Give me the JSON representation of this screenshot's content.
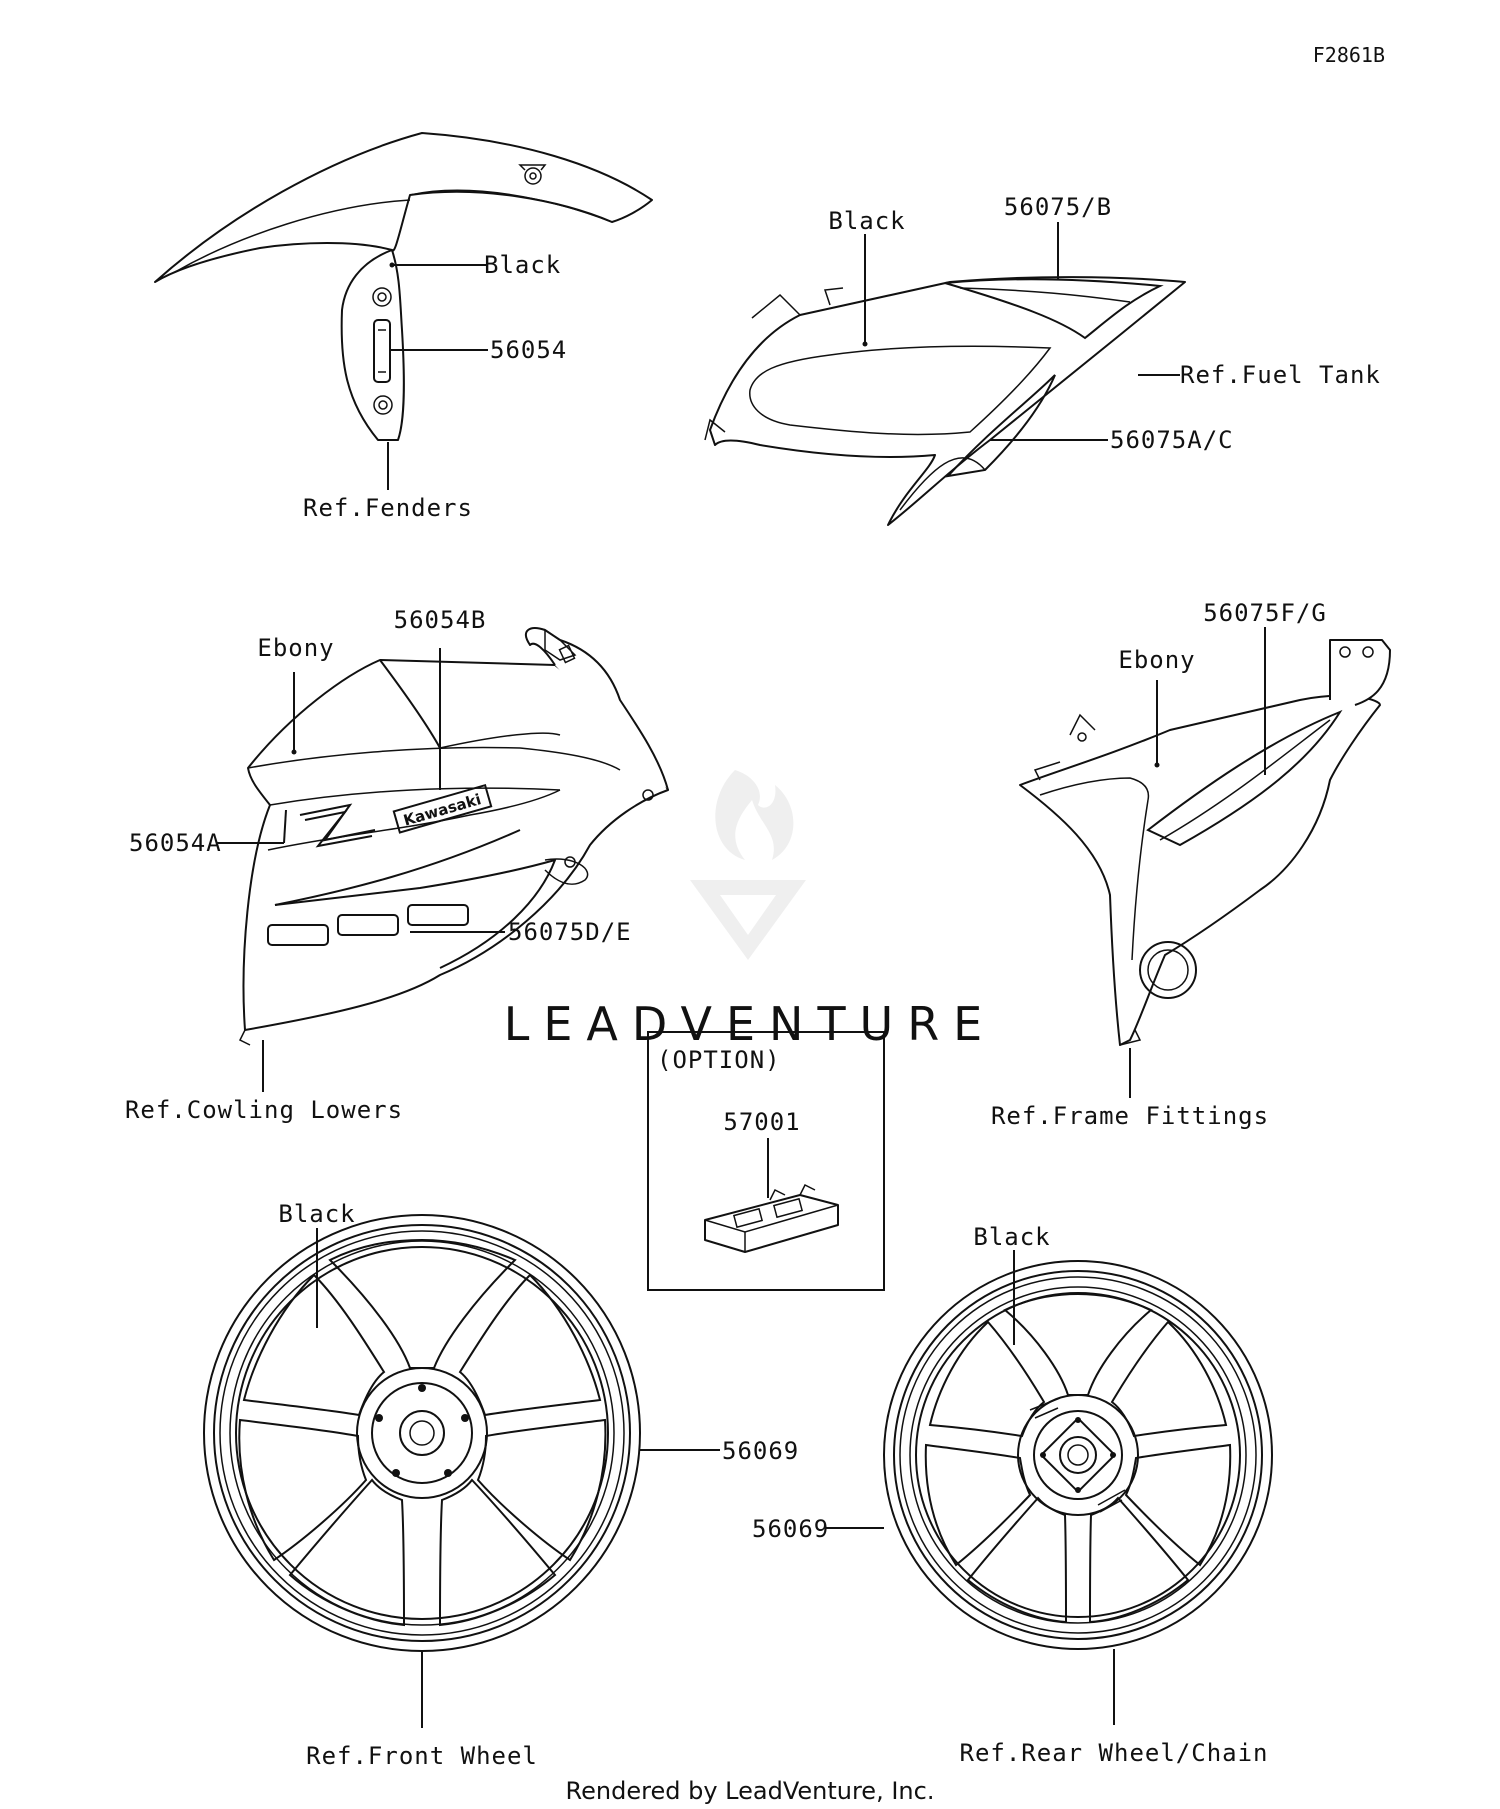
{
  "figure_code": "F2861B",
  "watermark": "LEADVENTURE",
  "footer": "Rendered by LeadVenture, Inc.",
  "option_box": {
    "title": "(OPTION)",
    "part": "57001"
  },
  "kawasaki_logo": "Kawasaki",
  "labels": {
    "fender_black": "Black",
    "fender_part": "56054",
    "fender_ref": "Ref.Fenders",
    "tank_black": "Black",
    "tank_part_b": "56075/B",
    "tank_ref": "Ref.Fuel Tank",
    "tank_part_ac": "56075A/C",
    "cowl_ebony": "Ebony",
    "cowl_part_b": "56054B",
    "cowl_part_a": "56054A",
    "cowl_part_de": "56075D/E",
    "cowl_ref": "Ref.Cowling Lowers",
    "frame_part_fg": "56075F/G",
    "frame_ebony": "Ebony",
    "frame_ref": "Ref.Frame Fittings",
    "fwheel_black": "Black",
    "fwheel_part": "56069",
    "fwheel_ref": "Ref.Front Wheel",
    "rwheel_black": "Black",
    "rwheel_part": "56069",
    "rwheel_ref": "Ref.Rear Wheel/Chain"
  }
}
